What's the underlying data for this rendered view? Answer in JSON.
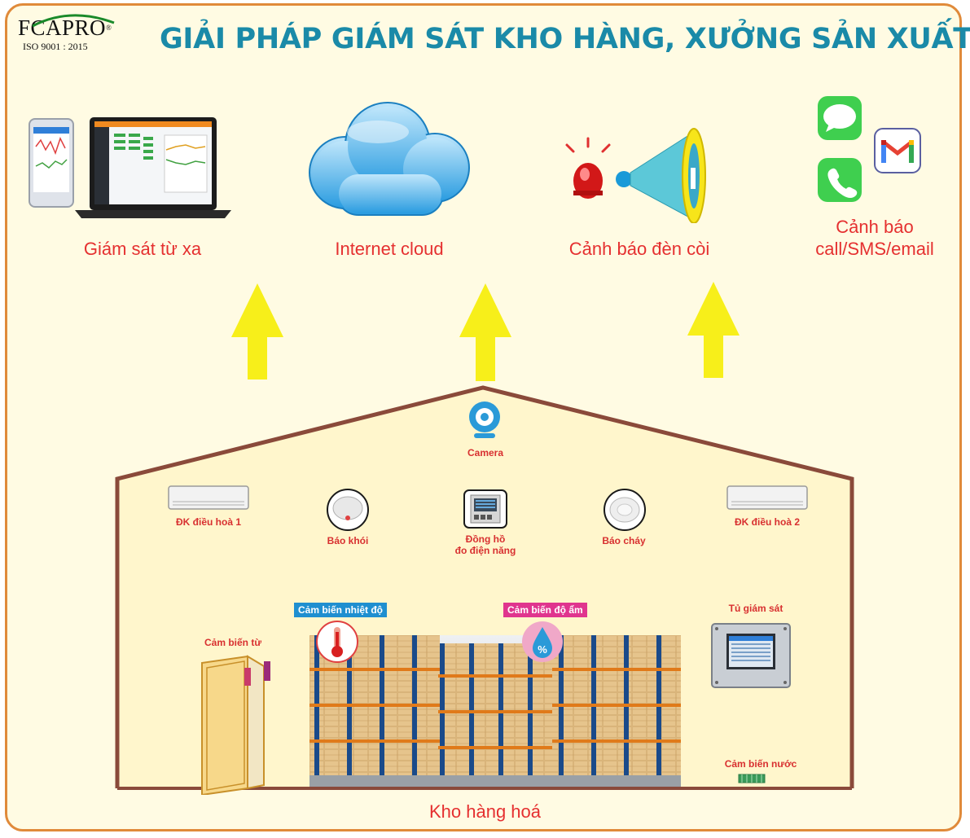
{
  "logo": {
    "name": "FCAPRO",
    "registered": "®",
    "certification": "ISO 9001 : 2015"
  },
  "title": "GIẢI PHÁP GIÁM SÁT KHO HÀNG, XƯỞNG SẢN XUẤT",
  "top_items": [
    {
      "label": "Giám sát từ xa",
      "icon": "laptop-phone-icon"
    },
    {
      "label": "Internet cloud",
      "icon": "cloud-icon"
    },
    {
      "label": "Cảnh báo đèn còi",
      "icon": "siren-horn-icon"
    },
    {
      "label_line1": "Cảnh báo",
      "label_line2": "call/SMS/email",
      "icon": "messaging-apps-icon"
    }
  ],
  "devices": {
    "camera": "Camera",
    "ac1": "ĐK điều hoà 1",
    "smoke": "Báo khói",
    "meter_line1": "Đồng hồ",
    "meter_line2": "đo điện năng",
    "fire": "Báo cháy",
    "ac2": "ĐK điều hoà 2",
    "temp_sensor": "Cảm biến nhiệt độ",
    "humidity_sensor": "Cảm biến độ ẩm",
    "monitor_cabinet": "Tủ giám sát",
    "door_sensor": "Cảm biến từ",
    "water_sensor": "Cảm biến nước",
    "humidity_symbol": "%"
  },
  "warehouse_label": "Kho hàng hoá",
  "colors": {
    "title": "#1a8aa8",
    "label_red": "#e53030",
    "arrow": "#f7ef1a",
    "border": "#e08a3a",
    "temp_tag": "#1f8fd0",
    "humidity_tag": "#e0358e",
    "house_outline": "#8a4a3a"
  }
}
